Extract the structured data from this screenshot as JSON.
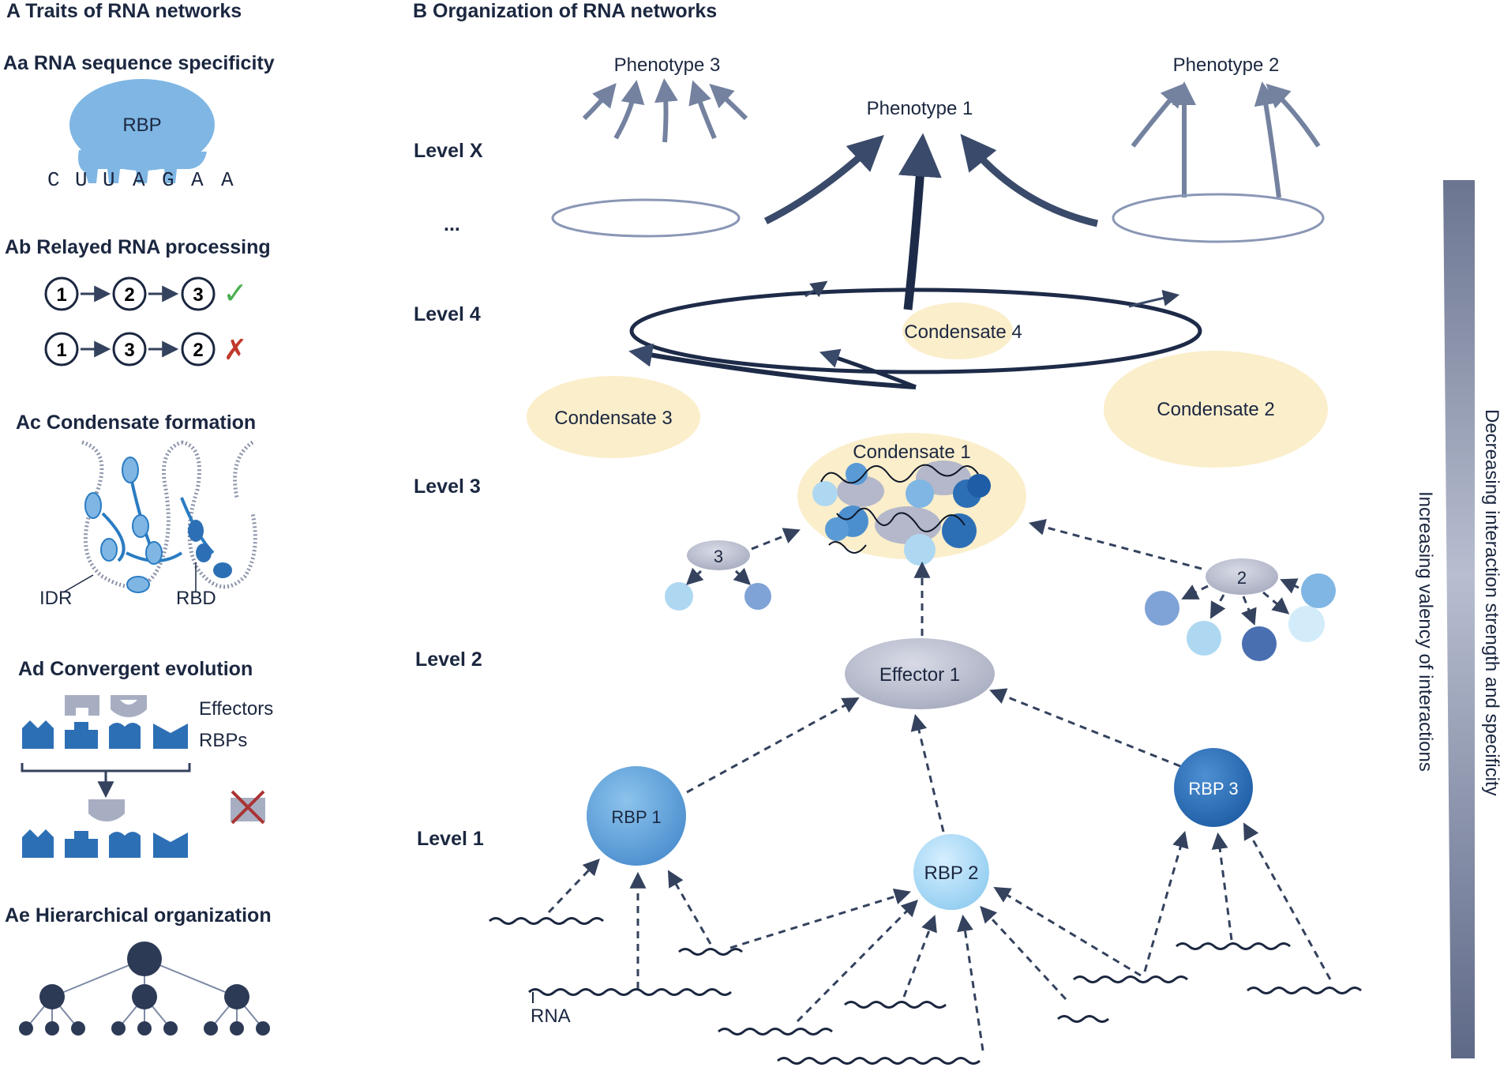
{
  "panelA": {
    "title": "A Traits of RNA networks",
    "aa": {
      "title": "Aa RNA sequence specificity",
      "rbp_label": "RBP",
      "sequence": [
        "C",
        "U",
        "U",
        "A",
        "G",
        "A",
        "A"
      ]
    },
    "ab": {
      "title": "Ab Relayed RNA processing",
      "row1": [
        "1",
        "2",
        "3"
      ],
      "row2": [
        "1",
        "3",
        "2"
      ],
      "check": "✓",
      "cross": "✗"
    },
    "ac": {
      "title": "Ac Condensate formation",
      "idr": "IDR",
      "rbd": "RBD"
    },
    "ad": {
      "title": "Ad Convergent evolution",
      "effectors": "Effectors",
      "rbps": "RBPs"
    },
    "ae": {
      "title": "Ae Hierarchical organization"
    }
  },
  "panelB": {
    "title": "B Organization of RNA networks",
    "levels": [
      "Level X",
      "...",
      "Level 4",
      "Level 3",
      "Level 2",
      "Level 1"
    ],
    "phenotypes": [
      "Phenotype 3",
      "Phenotype 1",
      "Phenotype 2"
    ],
    "condensates": [
      "Condensate 4",
      "Condensate 3",
      "Condensate 2",
      "Condensate 1"
    ],
    "complex_labels": [
      "3",
      "2"
    ],
    "effector": "Effector 1",
    "rbps": [
      "RBP 1",
      "RBP 2",
      "RBP 3"
    ],
    "rna_label": "RNA",
    "bar_outer": "Decreasing interaction strength and specificity",
    "bar_inner": "Increasing valency of interactions"
  },
  "colors": {
    "navy": "#1b2740",
    "rbp_blue": "#5b9bd5",
    "light_blue": "#aed8f2",
    "dark_blue": "#2d6fb5",
    "condensate": "#fbeecb",
    "grey": "#b9bdcc"
  }
}
